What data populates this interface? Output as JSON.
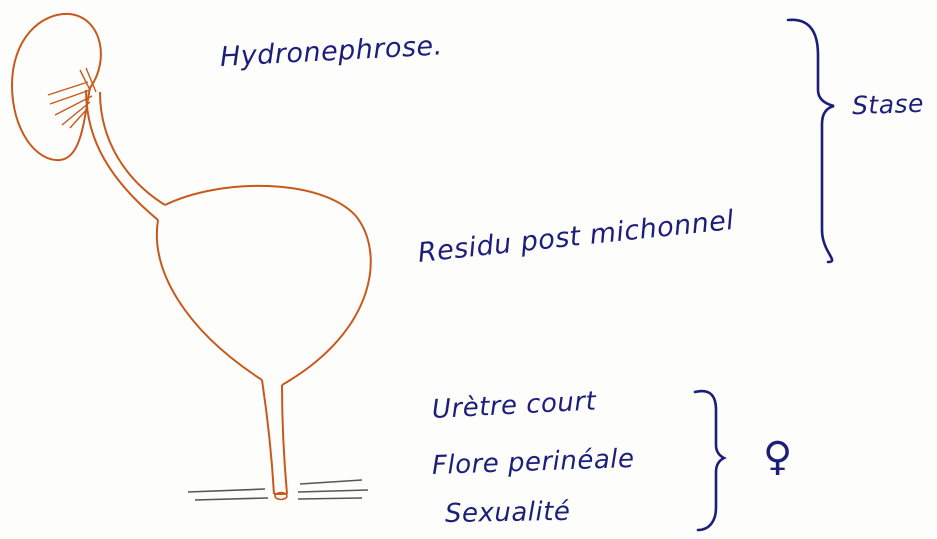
{
  "labels": {
    "hydronephrose": "Hydronephrose.",
    "stase": "Stase",
    "residu": "Residu post michonnel",
    "uretre": "Urètre court",
    "flore": "Flore perinéale",
    "sexualite": "Sexualité",
    "female_symbol": "♀"
  },
  "colors": {
    "ink_blue": "#1c1f7a",
    "ink_orange": "#c8581c",
    "ink_gray": "#555555",
    "paper": "#fdfdfb"
  }
}
